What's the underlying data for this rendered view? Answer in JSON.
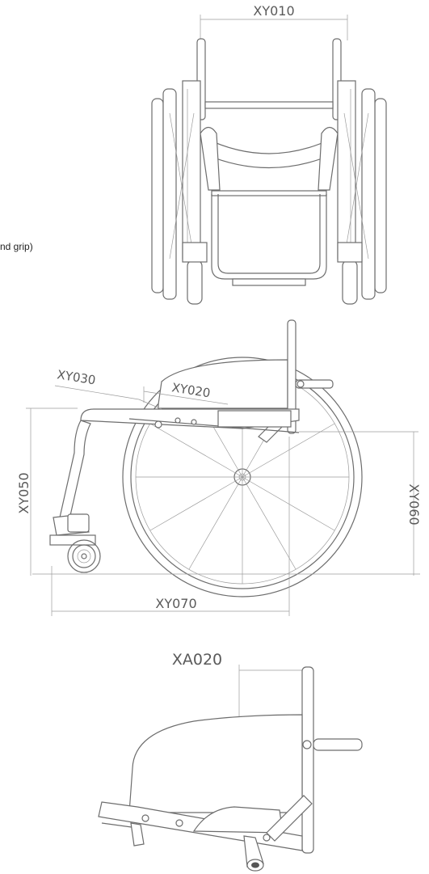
{
  "labels": {
    "xy010": "XY010",
    "xy020": "XY020",
    "xy030": "XY030",
    "xy050": "XY050",
    "xy060": "XY060",
    "xy070": "XY070",
    "xa020": "XA020"
  },
  "note": "nd grip)",
  "line_color": "#6d6d6d",
  "text_color": "#5a5a5a"
}
